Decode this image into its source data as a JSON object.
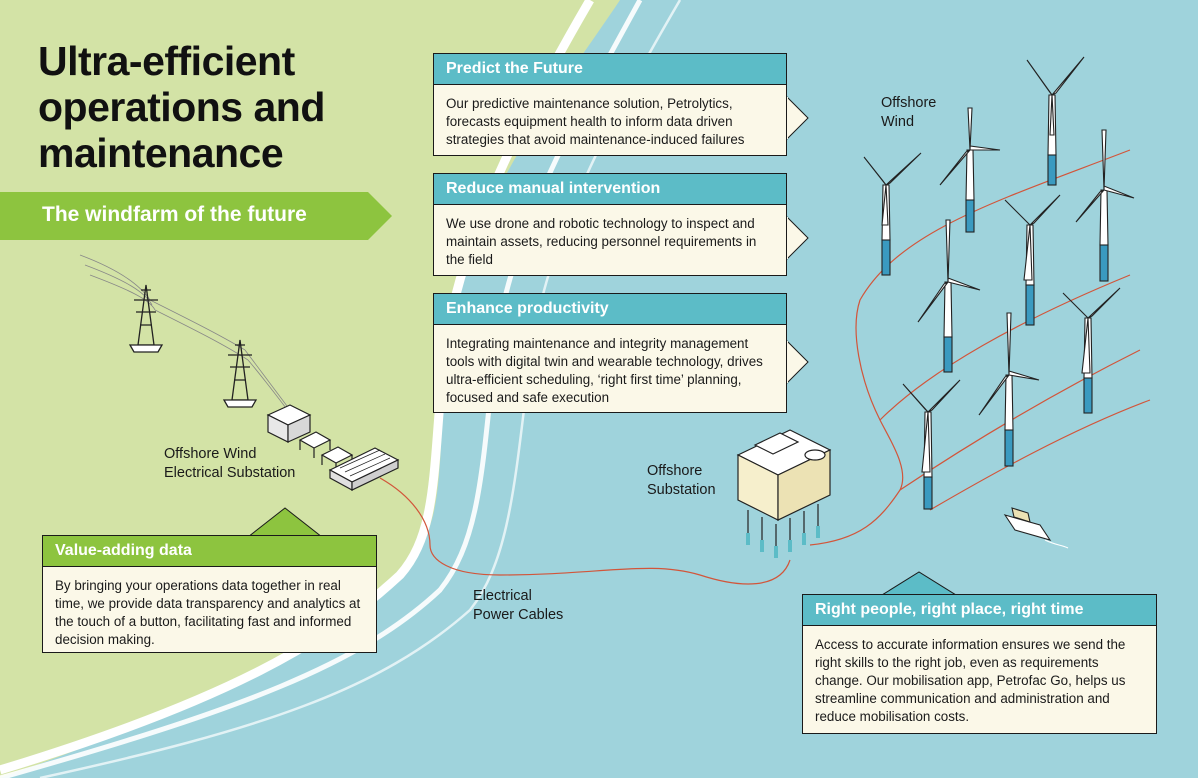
{
  "title": "Ultra-efficient operations and maintenance",
  "banner": "The windfarm of the future",
  "cards": {
    "predict": {
      "heading": "Predict the Future",
      "body": "Our predictive maintenance solution, Petrolytics, forecasts equipment health to inform data driven strategies that avoid maintenance-induced failures"
    },
    "manual": {
      "heading": "Reduce manual intervention",
      "body": "We use drone and robotic technology to inspect and maintain assets, reducing personnel requirements in the field"
    },
    "productivity": {
      "heading": "Enhance productivity",
      "body": "Integrating maintenance and integrity management tools with digital twin and wearable technology, drives ultra-efficient scheduling, ‘right first time’ planning, focused and safe execution"
    },
    "data": {
      "heading": "Value-adding data",
      "body": "By bringing your operations data together in real time, we provide data transparency and analytics at the touch of a button, facilitating fast and informed decision making."
    },
    "people": {
      "heading": "Right people, right place, right time",
      "body": "Access to accurate information ensures we send the right skills to the right job, even as requirements change. Our mobilisation app, Petrofac Go, helps us streamline communication and administration and reduce mobilisation costs."
    }
  },
  "labels": {
    "offshore_wind": "Offshore\nWind",
    "electrical_substation": "Offshore Wind\nElectrical Substation",
    "offshore_substation": "Offshore\nSubstation",
    "power_cables": "Electrical\nPower Cables"
  },
  "colors": {
    "land": "#d3e3a6",
    "sea": "#9fd3dc",
    "teal_header": "#5cbcc7",
    "green_header": "#8dc43f",
    "cable": "#d2553a"
  }
}
